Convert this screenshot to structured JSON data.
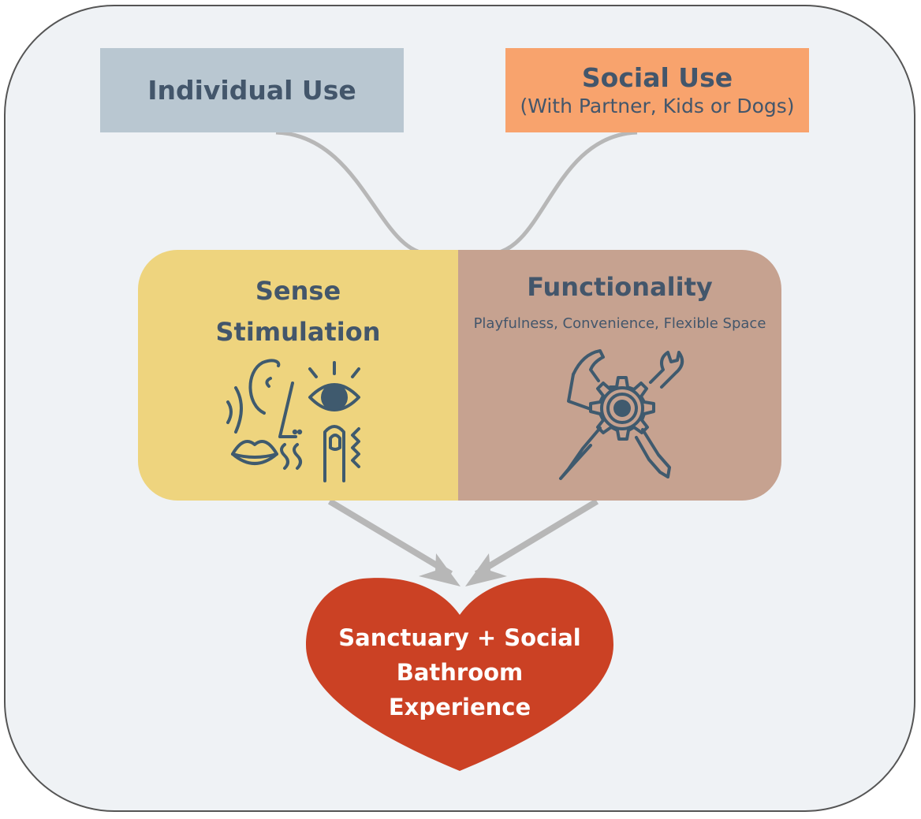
{
  "top_boxes": {
    "individual": {
      "title": "Individual Use"
    },
    "social": {
      "title": "Social Use",
      "subtitle": "(With Partner, Kids or Dogs)"
    }
  },
  "middle": {
    "sense": {
      "title_line1": "Sense",
      "title_line2": "Stimulation",
      "icon": "senses-icon"
    },
    "functionality": {
      "title": "Functionality",
      "subtitle": "Playfulness, Convenience, Flexible Space",
      "icon": "gear-tools-icon"
    }
  },
  "result": {
    "line1": "Sanctuary + Social",
    "line2": "Bathroom",
    "line3": "Experience",
    "shape": "heart-icon"
  },
  "colors": {
    "frame_bg": "#eff2f5",
    "individual_box": "#b9c7d1",
    "social_box": "#f8a36d",
    "sense_panel": "#eed47e",
    "functionality_panel": "#c6a290",
    "heart": "#cb4124",
    "text": "#43566b",
    "connector": "#b7b7b7"
  }
}
